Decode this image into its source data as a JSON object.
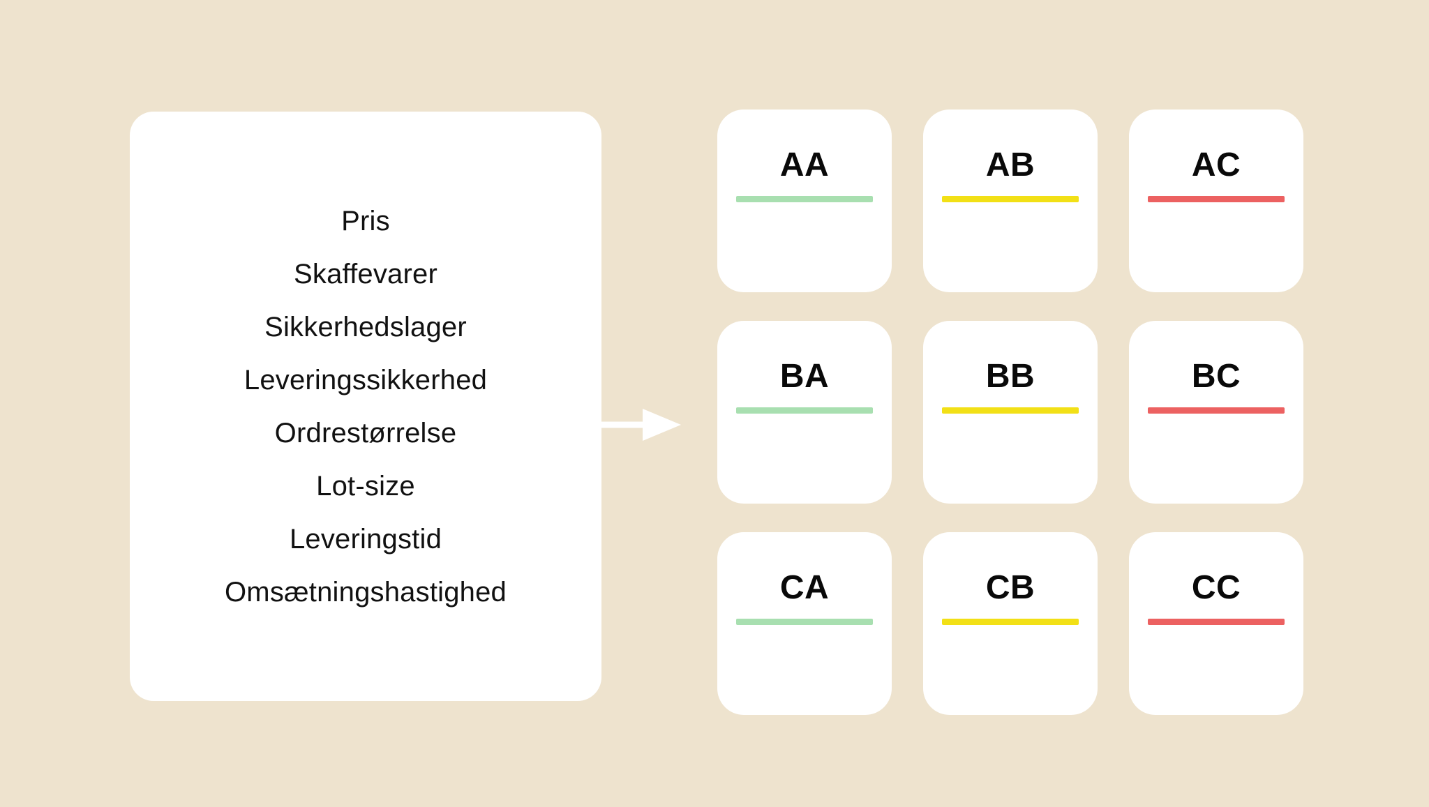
{
  "background_color": "#EEE3CE",
  "criteria_panel": {
    "title": "",
    "items": [
      {
        "label": "Pris"
      },
      {
        "label": "Skaffevarer"
      },
      {
        "label": "Sikkerhedslager"
      },
      {
        "label": "Leveringssikkerhed"
      },
      {
        "label": "Ordrestørrelse"
      },
      {
        "label": "Lot-size"
      },
      {
        "label": "Leveringstid"
      },
      {
        "label": "Omsætningshastighed"
      }
    ]
  },
  "arrow": {
    "icon": "arrow-right-icon",
    "color": "#FFFFFF"
  },
  "legend_colors": {
    "green": "#A8DFB0",
    "yellow": "#F2E016",
    "red": "#EC6161"
  },
  "segment_grid": {
    "rows": [
      {
        "cards": [
          {
            "code": "AA",
            "bar_color": "#A8DFB0"
          },
          {
            "code": "AB",
            "bar_color": "#F2E016"
          },
          {
            "code": "AC",
            "bar_color": "#EC6161"
          }
        ]
      },
      {
        "cards": [
          {
            "code": "BA",
            "bar_color": "#A8DFB0"
          },
          {
            "code": "BB",
            "bar_color": "#F2E016"
          },
          {
            "code": "BC",
            "bar_color": "#EC6161"
          }
        ]
      },
      {
        "cards": [
          {
            "code": "CA",
            "bar_color": "#A8DFB0"
          },
          {
            "code": "CB",
            "bar_color": "#F2E016"
          },
          {
            "code": "CC",
            "bar_color": "#EC6161"
          }
        ]
      }
    ]
  }
}
